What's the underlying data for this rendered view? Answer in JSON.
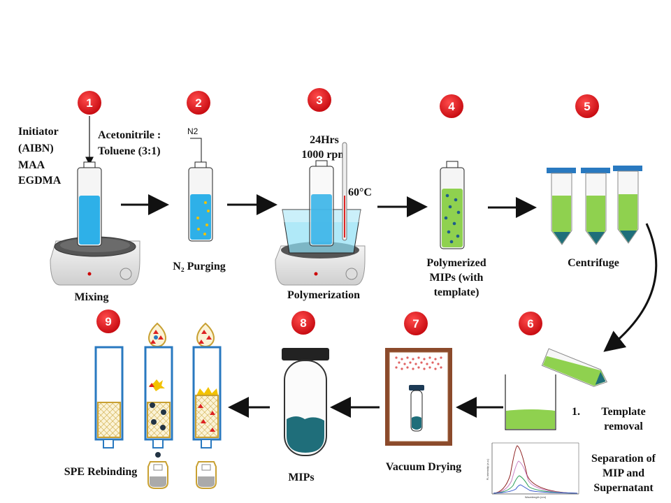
{
  "steps": {
    "s1": {
      "number": "1",
      "label": "Mixing"
    },
    "s2": {
      "number": "2",
      "label": "N₂ Purging"
    },
    "s3": {
      "number": "3",
      "label": "Polymerization"
    },
    "s4": {
      "number": "4",
      "label_lines": [
        "Polymerized",
        "MIPs (with",
        "template)"
      ]
    },
    "s5": {
      "number": "5",
      "label": "Centrifuge"
    },
    "s6": {
      "number": "6",
      "list_marker": "1.",
      "label_lines": [
        "Template",
        "removal"
      ]
    },
    "s7": {
      "number": "7",
      "label": "Vacuum Drying"
    },
    "s8": {
      "number": "8",
      "label": "MIPs"
    },
    "s9": {
      "number": "9",
      "label": "SPE Rebinding"
    }
  },
  "reagents": [
    "Initiator",
    "(AIBN)",
    "MAA",
    "EGDMA"
  ],
  "solvent": [
    "Acetonitrile :",
    "Toluene (3:1)"
  ],
  "gas_label": "N2",
  "polymerization_conditions": [
    "24Hrs",
    "1000 rpm"
  ],
  "temperature": "60°C",
  "separation_label": [
    "Separation of",
    "MIP and",
    "Supernatant"
  ],
  "spectrum_inset": {
    "xlabel": "Wavelength (nm)",
    "ylabel": "FL intensity (a.u.)"
  },
  "colors": {
    "badge": "#e8141b",
    "liquid": "#2eb0e8",
    "polymer": "#8fd14f",
    "sediment": "#1f6e7a",
    "cap": "#2979c0",
    "spe_frit": "#c8a032"
  }
}
